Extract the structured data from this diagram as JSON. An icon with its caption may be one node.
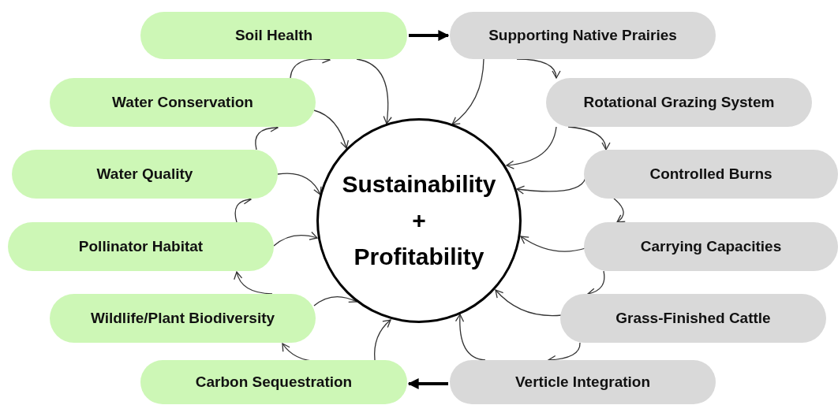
{
  "diagram": {
    "nodes": [
      {
        "text": [
          "Sustainability",
          "+",
          "Profitability"
        ]
      },
      {
        "text": [
          "Soil Health"
        ]
      },
      {
        "text": [
          "Water Conservation"
        ]
      },
      {
        "text": [
          "Water Quality"
        ]
      },
      {
        "text": [
          "Pollinator Habitat"
        ]
      },
      {
        "text": [
          "Wildlife/Plant Biodiversity"
        ]
      },
      {
        "text": [
          "Carbon Sequestration"
        ]
      },
      {
        "text": [
          "Supporting Native Prairies"
        ]
      },
      {
        "text": [
          "Rotational Grazing System"
        ]
      },
      {
        "text": [
          "Controlled Burns"
        ]
      },
      {
        "text": [
          "Carrying Capacities"
        ]
      },
      {
        "text": [
          "Grass-Finished Cattle"
        ]
      },
      {
        "text": [
          "Verticle Integration"
        ]
      }
    ],
    "edges": [
      {
        "from": 1,
        "to": 0,
        "arrow": "to"
      },
      {
        "from": 2,
        "to": 1,
        "arrow": "to"
      },
      {
        "from": 2,
        "to": 0,
        "arrow": "to"
      },
      {
        "from": 3,
        "to": 2,
        "arrow": "to"
      },
      {
        "from": 3,
        "to": 0,
        "arrow": "to"
      },
      {
        "from": 4,
        "to": 3,
        "arrow": "to"
      },
      {
        "from": 4,
        "to": 0,
        "arrow": "to"
      },
      {
        "from": 5,
        "to": 4,
        "arrow": "to"
      },
      {
        "from": 5,
        "to": 0,
        "arrow": "to"
      },
      {
        "from": 6,
        "to": 5,
        "arrow": "to"
      },
      {
        "from": 6,
        "to": 0,
        "arrow": "to"
      },
      {
        "from": 1,
        "to": 7,
        "arrow": "to",
        "style": "thick"
      },
      {
        "from": 7,
        "to": 0,
        "arrow": "to"
      },
      {
        "from": 7,
        "to": 8,
        "arrow": "to"
      },
      {
        "from": 8,
        "to": 0,
        "arrow": "to"
      },
      {
        "from": 8,
        "to": 9,
        "arrow": "to"
      },
      {
        "from": 9,
        "to": 0,
        "arrow": "to"
      },
      {
        "from": 9,
        "to": 10,
        "arrow": "to"
      },
      {
        "from": 10,
        "to": 0,
        "arrow": "to"
      },
      {
        "from": 10,
        "to": 11,
        "arrow": "to"
      },
      {
        "from": 11,
        "to": 0,
        "arrow": "to"
      },
      {
        "from": 11,
        "to": 12,
        "arrow": "to"
      },
      {
        "from": 12,
        "to": 0,
        "arrow": "to"
      },
      {
        "from": 12,
        "to": 6,
        "arrow": "to",
        "style": "thick"
      }
    ]
  }
}
